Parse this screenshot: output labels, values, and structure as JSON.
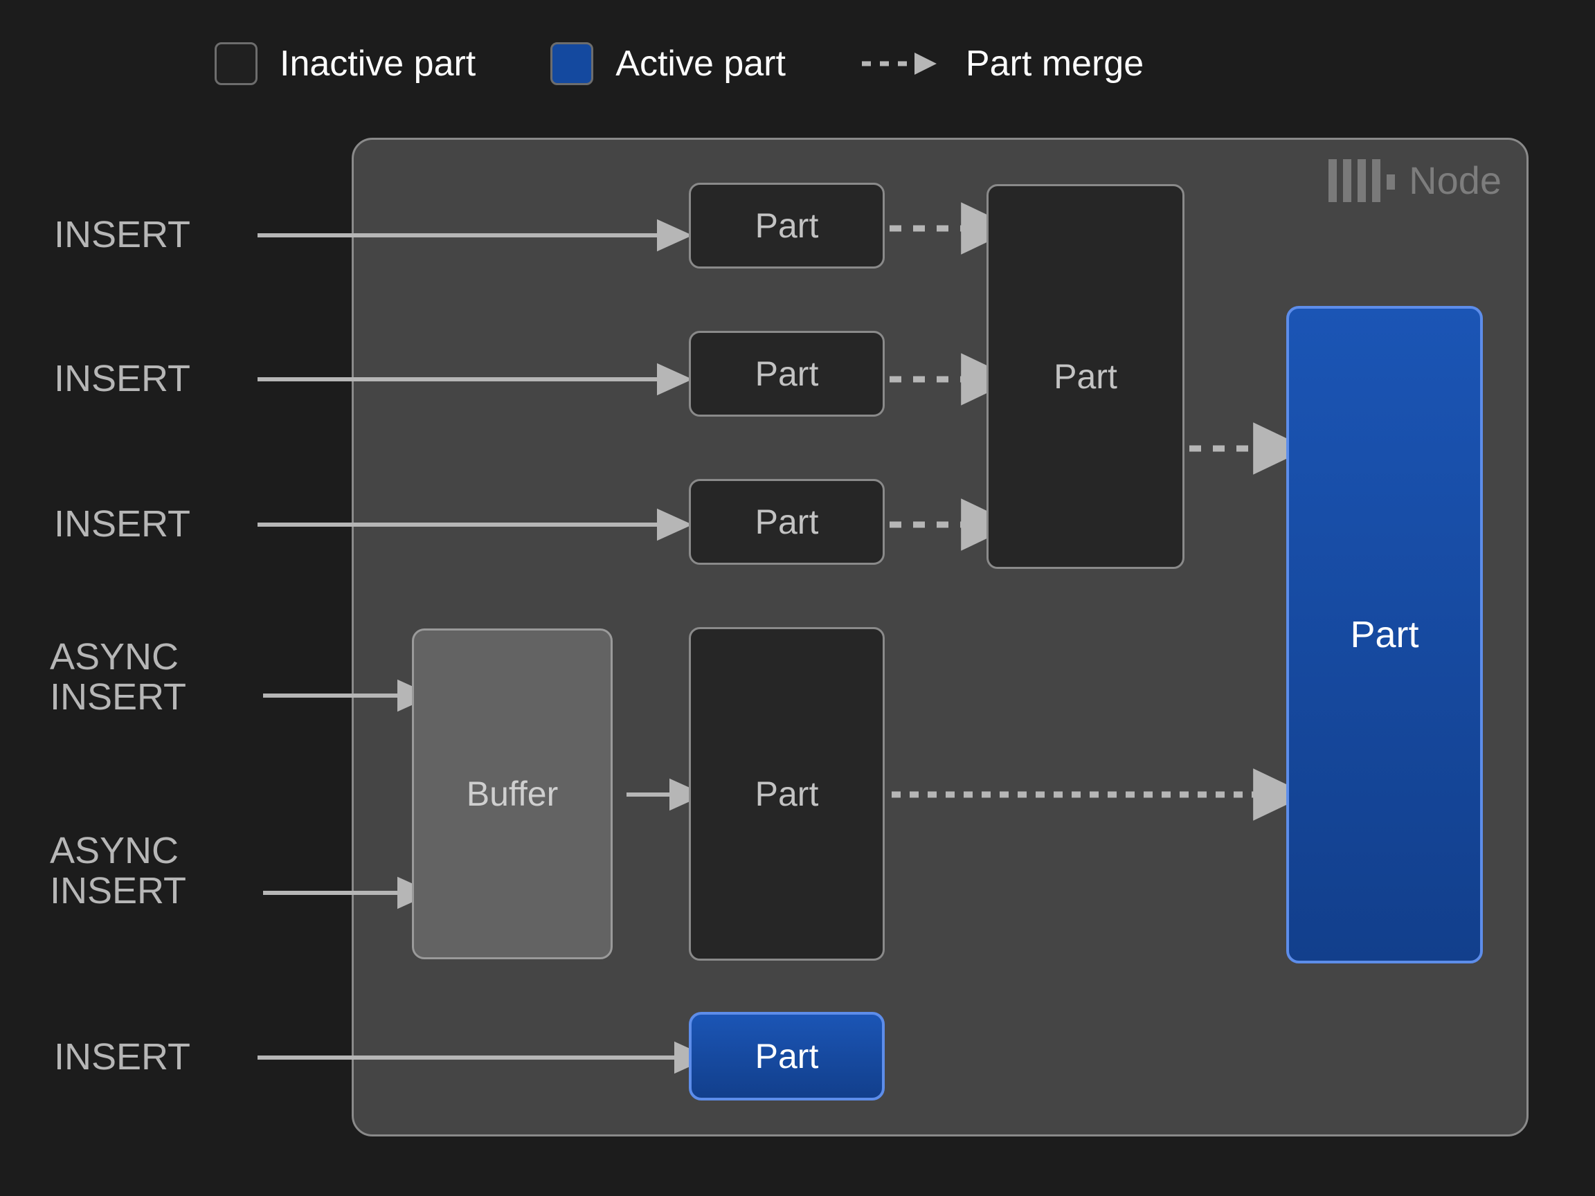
{
  "legend": {
    "items": [
      {
        "id": "inactive-part",
        "label": "Inactive part",
        "type": "swatch",
        "color": "#202020",
        "border": "#6d6d6d"
      },
      {
        "id": "active-part",
        "label": "Active part",
        "type": "swatch",
        "color": "#14499f",
        "border": "#6d6d6d"
      },
      {
        "id": "part-merge",
        "label": "Part merge",
        "type": "dashed-arrow",
        "color": "#b6b6b6"
      }
    ]
  },
  "node": {
    "label": "Node",
    "logo": "clickhouse-logo",
    "background": "#454545",
    "border": "#8a8a8a"
  },
  "sources": [
    {
      "id": "insert-1",
      "label": "INSERT"
    },
    {
      "id": "insert-2",
      "label": "INSERT"
    },
    {
      "id": "insert-3",
      "label": "INSERT"
    },
    {
      "id": "async-insert-1",
      "label": "ASYNC\nINSERT"
    },
    {
      "id": "async-insert-2",
      "label": "ASYNC\nINSERT"
    },
    {
      "id": "insert-4",
      "label": "INSERT"
    }
  ],
  "boxes": [
    {
      "id": "part-top-1",
      "label": "Part",
      "state": "inactive"
    },
    {
      "id": "part-top-2",
      "label": "Part",
      "state": "inactive"
    },
    {
      "id": "part-top-3",
      "label": "Part",
      "state": "inactive"
    },
    {
      "id": "part-merged-mid",
      "label": "Part",
      "state": "inactive"
    },
    {
      "id": "buffer",
      "label": "Buffer",
      "state": "buffer"
    },
    {
      "id": "part-from-buffer",
      "label": "Part",
      "state": "inactive"
    },
    {
      "id": "part-final",
      "label": "Part",
      "state": "active"
    },
    {
      "id": "part-bottom",
      "label": "Part",
      "state": "active"
    }
  ],
  "colors": {
    "page_background": "#1c1c1c",
    "node_background": "#454545",
    "inactive_fill": "#262626",
    "inactive_border": "#8a8a8a",
    "buffer_fill": "#636363",
    "active_fill": "#14499f",
    "active_border": "#5d8dea",
    "edge": "#b6b6b6",
    "text_primary": "#ffffff",
    "text_muted": "#b6b6b6",
    "node_label": "#7d7d7d"
  }
}
